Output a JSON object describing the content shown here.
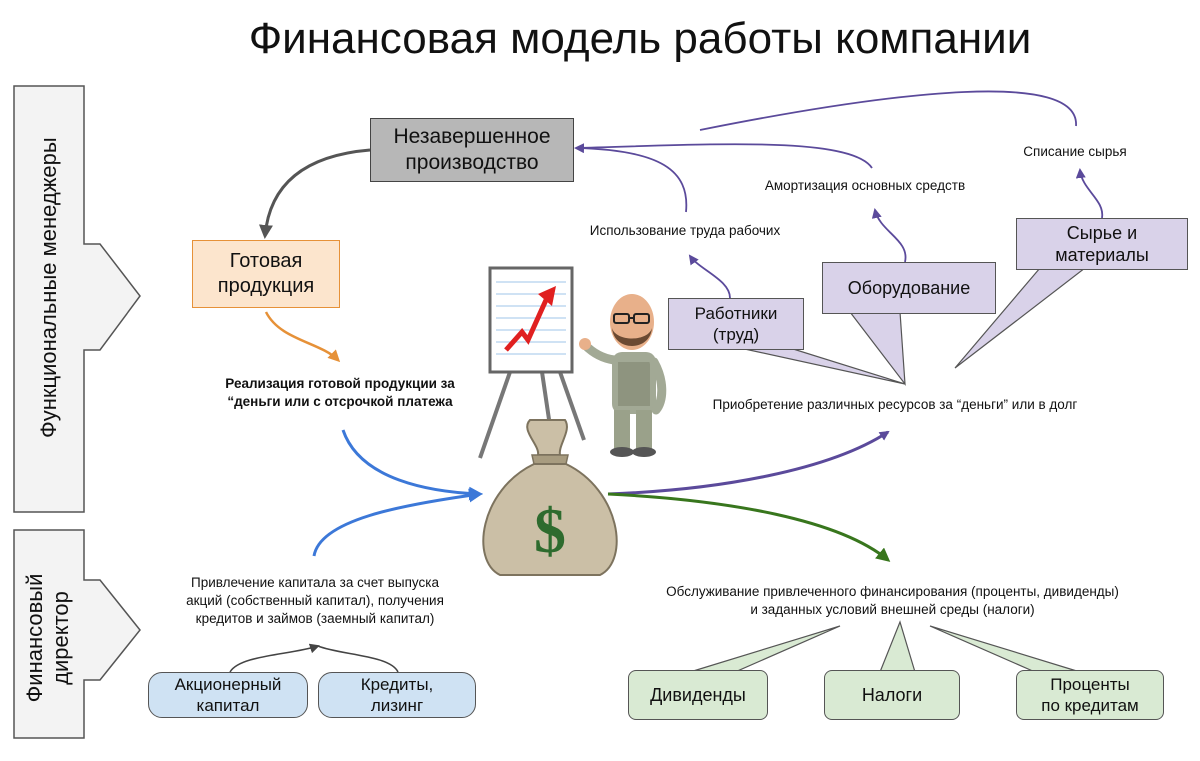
{
  "title": "Финансовая модель работы компании",
  "side": {
    "managers": "Функциональные менеджеры",
    "director_line1": "Финансовый",
    "director_line2": "директор"
  },
  "nodes": {
    "wip_line1": "Незавершенное",
    "wip_line2": "производство",
    "finished_line1": "Готовая",
    "finished_line2": "продукция",
    "workers_line1": "Работники",
    "workers_line2": "(труд)",
    "equipment": "Оборудование",
    "materials_line1": "Сырье и",
    "materials_line2": "материалы",
    "shareholders_line1": "Акционерный",
    "shareholders_line2": "капитал",
    "credits_line1": "Кредиты,",
    "credits_line2": "лизинг",
    "dividends": "Дивиденды",
    "taxes": "Налоги",
    "interest_line1": "Проценты",
    "interest_line2": "по кредитам"
  },
  "labels": {
    "labor_use": "Использование труда рабочих",
    "depreciation": "Амортизация основных средств",
    "writeoff": "Списание сырья",
    "sales_line1": "Реализация готовой продукции за",
    "sales_line2": "“деньги или с отсрочкой платежа",
    "purchase": "Приобретение различных ресурсов за “деньги” или в долг",
    "capital_line1": "Привлечение капитала за счет выпуска",
    "capital_line2": "акций (собственный капитал), получения",
    "capital_line3": "кредитов и займов (заемный капитал)",
    "servicing_line1": "Обслуживание привлеченного финансирования (проценты, дивиденды)",
    "servicing_line2": "и заданных условий внешней среды (налоги)"
  },
  "colors": {
    "wip_fill": "#b7b7b7",
    "finished_fill": "#fce5cd",
    "finished_border": "#e69138",
    "resource_fill": "#d9d2e9",
    "capital_fill": "#cfe2f3",
    "outflow_fill": "#d9ead3",
    "arrow_purple": "#5b4a9b",
    "arrow_blue": "#3c78d8",
    "arrow_green": "#38761d",
    "arrow_orange": "#e69138",
    "arrow_gray": "#555555",
    "dollar": "#2e6b2e",
    "bag": "#cbbfa6",
    "chart_arrow": "#e02020"
  },
  "icons": [
    "money-bag-icon",
    "presenter-icon",
    "growth-chart-icon"
  ]
}
